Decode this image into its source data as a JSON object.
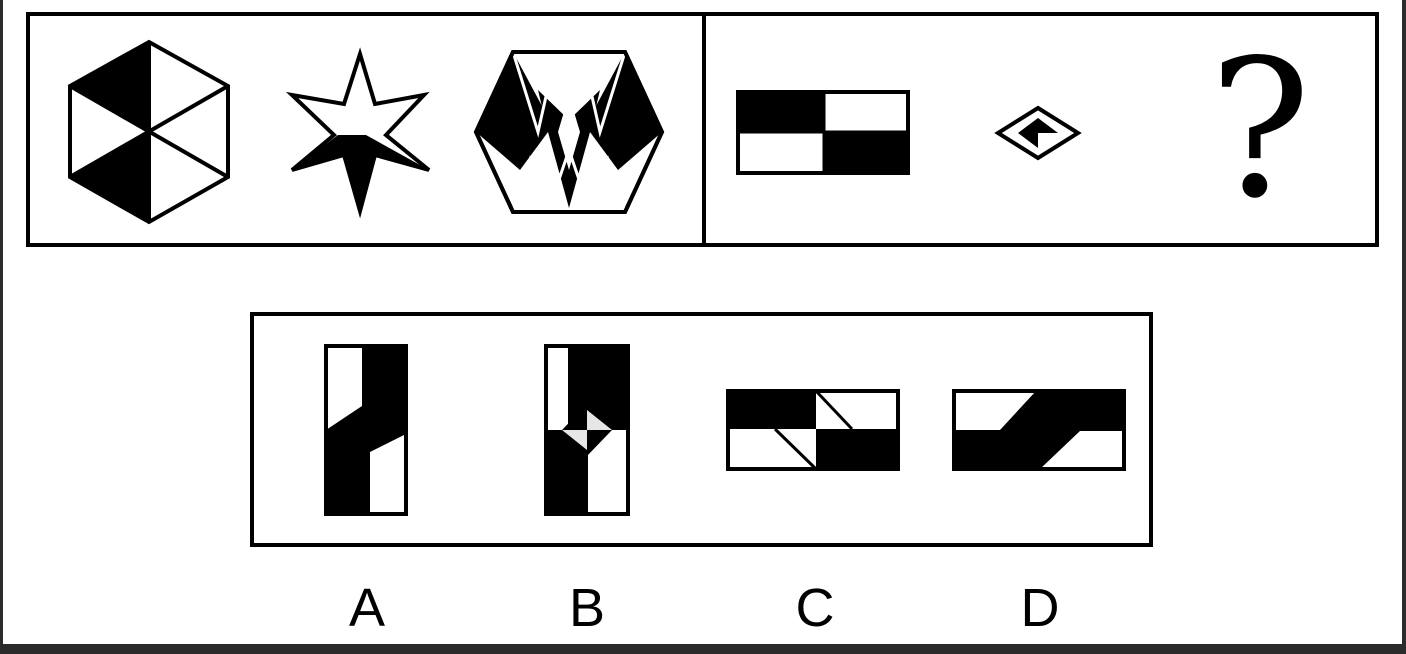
{
  "puzzle": {
    "question_mark": "?",
    "options": [
      {
        "label": "A"
      },
      {
        "label": "B"
      },
      {
        "label": "C"
      },
      {
        "label": "D"
      }
    ]
  },
  "colors": {
    "frame": "#2b2b2b",
    "paper": "#ffffff",
    "ink": "#000000",
    "light_fill": "#e6e6e6"
  }
}
